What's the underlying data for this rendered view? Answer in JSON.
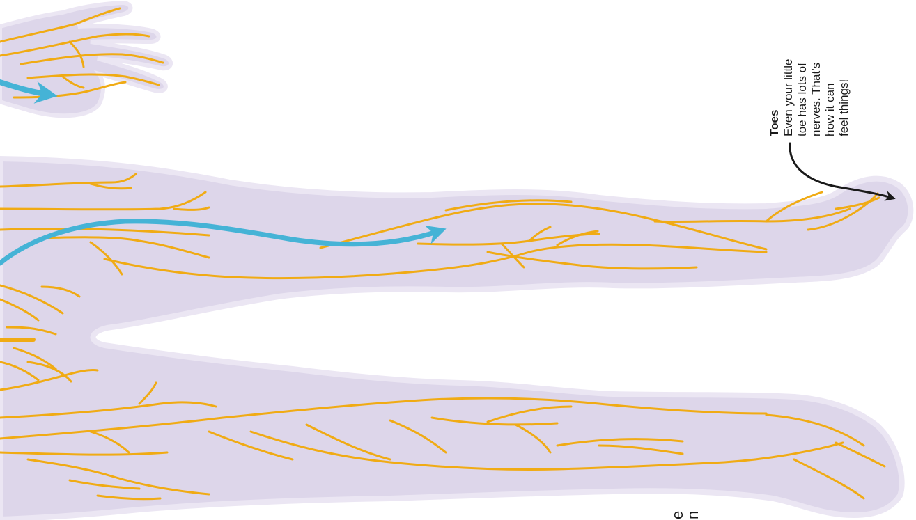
{
  "colors": {
    "body": "#ddd6ea",
    "body_glow": "#ebe6f3",
    "nerve": "#f0ab14",
    "signal_arrow": "#45b3d6",
    "callout_arrow": "#1a1a1a"
  },
  "callout": {
    "title": "Toes",
    "body": "Even your little\ntoe has lots of\nnerves. That’s\nhow it can\nfeel things!"
  },
  "edge_text": {
    "fragment_1": "e",
    "fragment_2": "n"
  },
  "icons": {
    "hand": "hand-silhouette",
    "legs": "leg-silhouette",
    "nerves": "nerve-lines",
    "signal": "signal-arrow"
  }
}
